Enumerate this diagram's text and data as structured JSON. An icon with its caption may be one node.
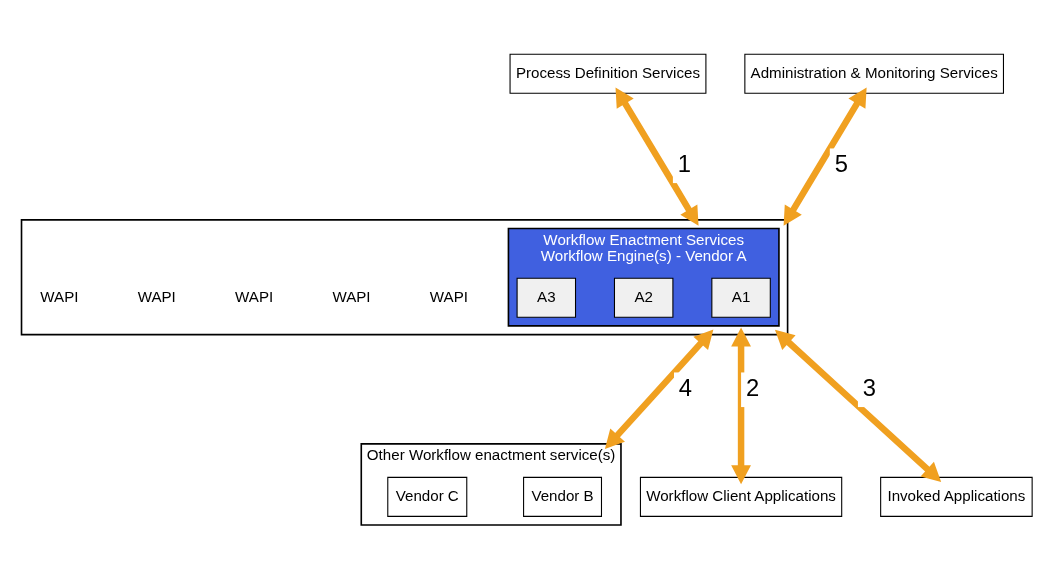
{
  "diagram": {
    "nodes": [
      {
        "text": [
          "Process Definition Services"
        ]
      },
      {
        "text": [],
        "shape": "box"
      },
      {
        "text": [
          "Workflow Enactment Services",
          "Workflow Engine(s) - Vendor A"
        ],
        "in": 1
      },
      {
        "text": [
          "A1"
        ],
        "in": 2
      },
      {
        "text": [
          "A2"
        ],
        "in": 2
      },
      {
        "text": [
          "A3"
        ],
        "in": 2
      },
      {
        "text": [
          "Administration & Monitoring Services"
        ]
      },
      {
        "text": [
          "Other Workflow enactment service(s)"
        ]
      },
      {
        "text": [
          "Vendor B"
        ],
        "in": 7
      },
      {
        "text": [
          "Vendor C"
        ],
        "in": 7
      },
      {
        "text": [
          "Workflow Client Applications"
        ]
      },
      {
        "text": [
          "Invoked Applications"
        ]
      }
    ],
    "edges": [
      {
        "from": 0,
        "to": 1,
        "arrow": "both",
        "label": "1"
      },
      {
        "from": 6,
        "to": 1,
        "arrow": "both",
        "label": "5"
      },
      {
        "from": 1,
        "to": 7,
        "arrow": "both",
        "label": "4"
      },
      {
        "from": 1,
        "to": 10,
        "arrow": "both",
        "label": "2"
      },
      {
        "from": 1,
        "to": 11,
        "arrow": "both",
        "label": "3"
      }
    ],
    "labels": [
      "WAPI",
      "WAPI",
      "WAPI",
      "WAPI",
      "WAPI"
    ]
  }
}
